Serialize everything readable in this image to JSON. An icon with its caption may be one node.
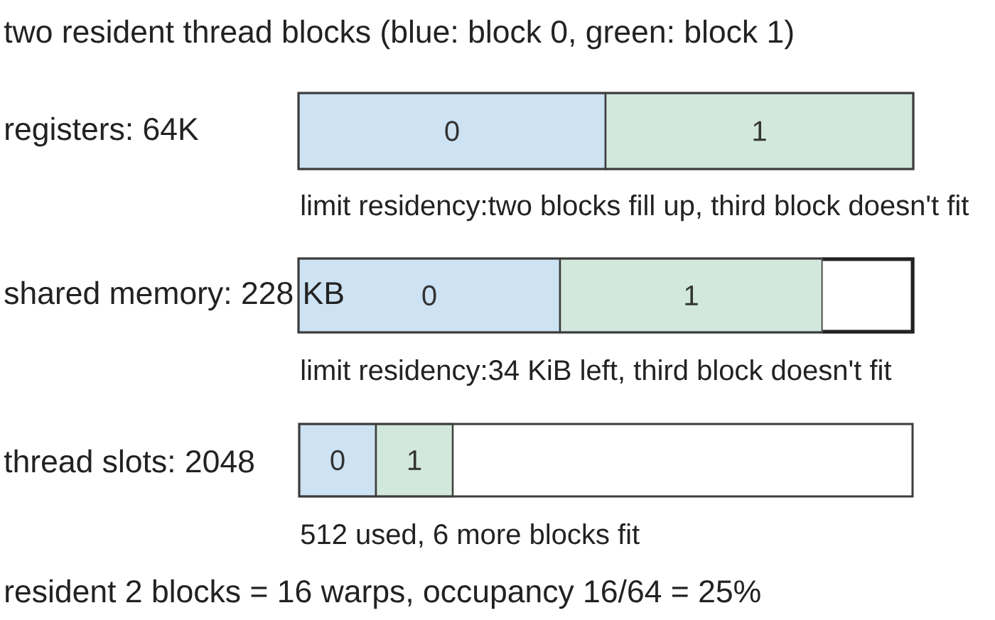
{
  "diagram": {
    "title": "two resident thread blocks (blue: block 0, green: block 1)",
    "nodes": [
      {
        "text": [
          "registers: 64K"
        ],
        "beside": [
          "limit residency:two blocks fill up, third block doesn't fit"
        ]
      },
      {
        "text": [
          "0"
        ],
        "in": 0
      },
      {
        "text": [
          "1"
        ],
        "in": 0
      },
      {
        "text": [
          "shared memory: 228 KB"
        ],
        "beside": [
          "limit residency:34 KiB left, third block doesn't fit"
        ]
      },
      {
        "text": [
          "0"
        ],
        "in": 3
      },
      {
        "text": [
          "1"
        ],
        "in": 3
      },
      {
        "text": [],
        "shape": "box",
        "in": 3
      },
      {
        "text": [
          "thread slots: 2048"
        ],
        "beside": [
          "512 used, 6 more blocks fit"
        ]
      },
      {
        "text": [
          "0"
        ],
        "in": 7
      },
      {
        "text": [
          "1"
        ],
        "in": 7
      }
    ],
    "caption": "resident 2 blocks = 16 warps, occupancy 16/64 = 25%"
  }
}
